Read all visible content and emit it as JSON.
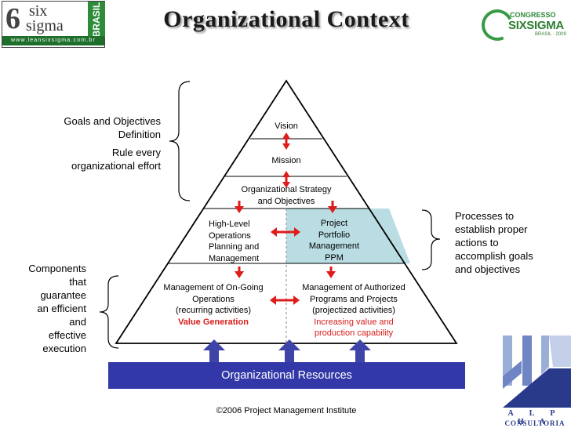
{
  "header": {
    "title": "Organizational Context",
    "logo_left": {
      "digit": "6",
      "six": "six",
      "sigma": "sigma",
      "brasil": "BRASIL",
      "url": "www.leansixsigma.com.br"
    },
    "logo_right": {
      "congresso": "CONGRESSO",
      "sixsigma": "SIXSIGMA",
      "brasil": "BRASIL · 2009"
    }
  },
  "left_labels": {
    "goals": [
      "Goals and Objectives",
      "Definition"
    ],
    "rule": [
      "Rule every",
      "organizational effort"
    ],
    "components": [
      "Components",
      "that",
      "guarantee",
      "an efficient",
      "and",
      "effective",
      "execution"
    ]
  },
  "right_label": [
    "Processes to",
    "establish proper",
    "actions to",
    "accomplish goals",
    "and objectives"
  ],
  "pyramid": {
    "vision": "Vision",
    "mission": "Mission",
    "strategy": [
      "Organizational Strategy",
      "and Objectives"
    ],
    "high_level": [
      "High-Level",
      "Operations",
      "Planning and",
      "Management"
    ],
    "ppm": [
      "Project",
      "Portfolio",
      "Management",
      "PPM"
    ],
    "ongoing": [
      "Management of On-Going",
      "Operations",
      "(recurring activities)"
    ],
    "ongoing_value": "Value Generation",
    "authorized": [
      "Management of Authorized",
      "Programs and Projects",
      "(projectized activities)"
    ],
    "authorized_value": [
      "Increasing value and",
      "production capability"
    ]
  },
  "resources": "Organizational Resources",
  "footer": {
    "copyright": "©2006 Project Management Institute",
    "alpha": "A L P H A",
    "consultoria": "CONSULTORIA"
  },
  "colors": {
    "ppm_fill": "#b9dde2",
    "resources_fill": "#3338a8",
    "arrow_red": "#e01b1b",
    "arrow_blue": "#3f45a8"
  }
}
